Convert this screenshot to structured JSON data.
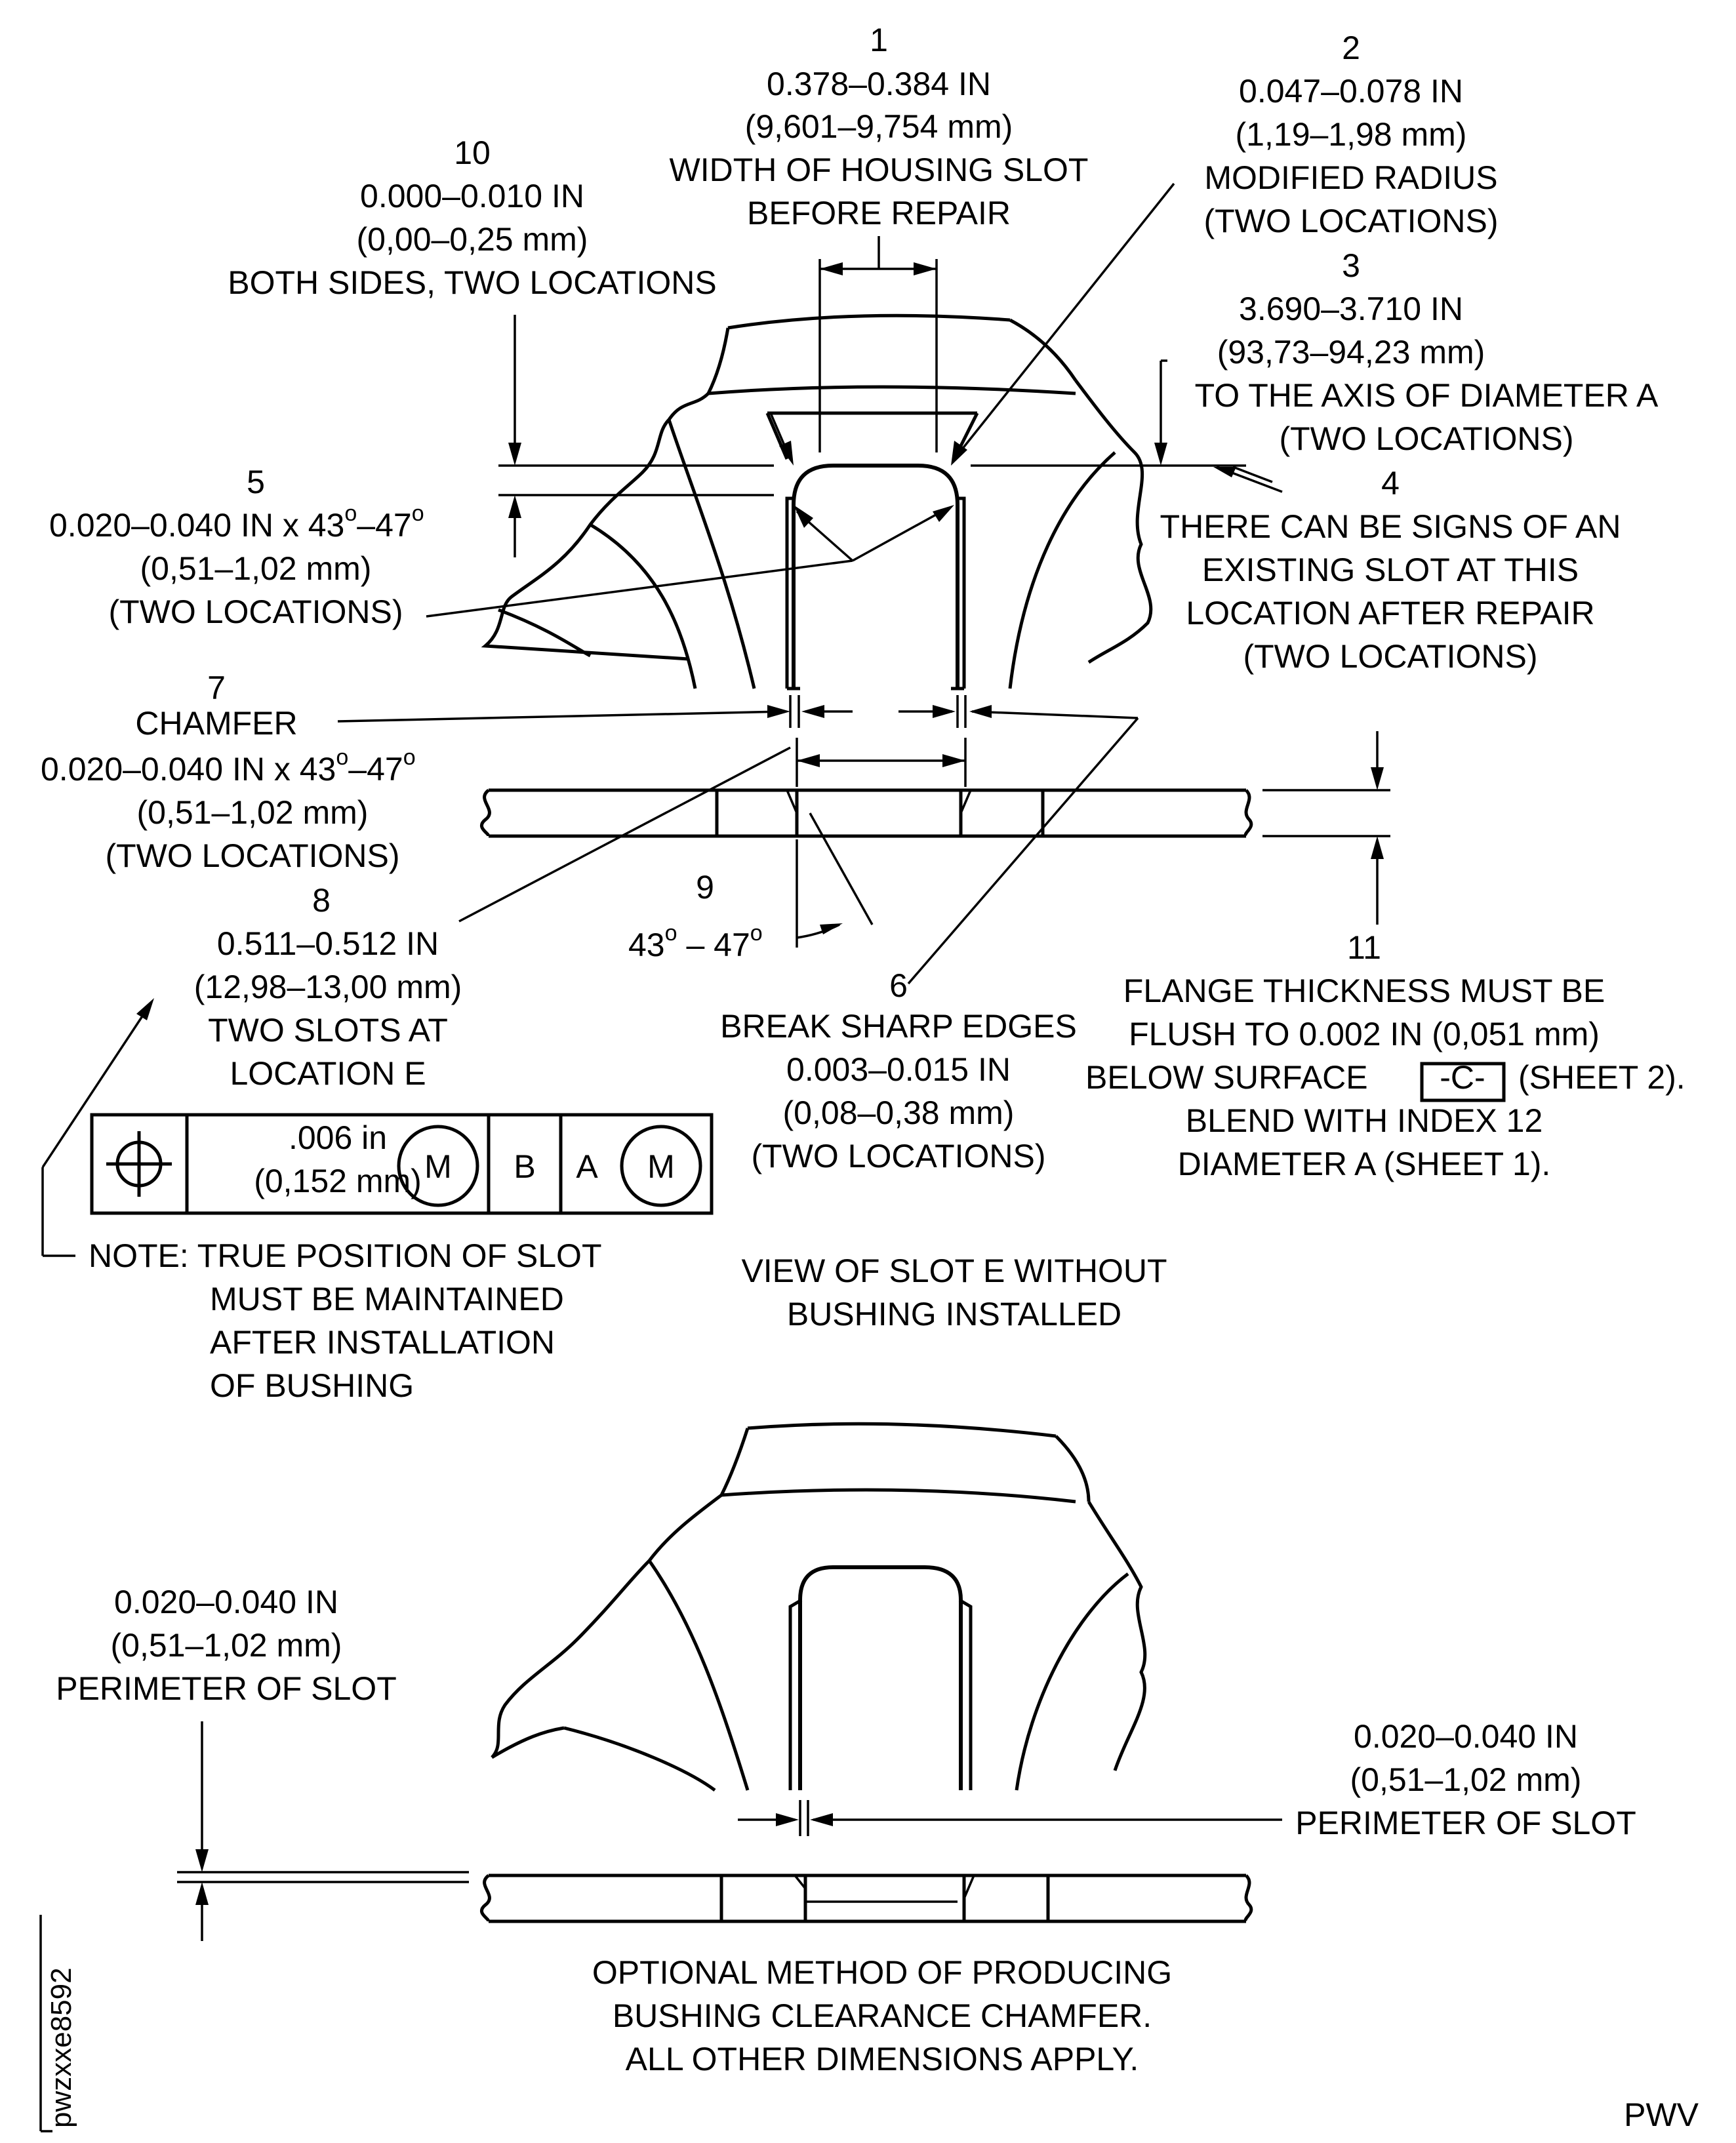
{
  "callouts": {
    "c1": {
      "index": "1",
      "inch": "0.378–0.384 IN",
      "mm": "(9,601–9,754 mm)",
      "desc1": "WIDTH OF HOUSING SLOT",
      "desc2": "BEFORE REPAIR"
    },
    "c2": {
      "index": "2",
      "inch": "0.047–0.078 IN",
      "mm": "(1,19–1,98 mm)",
      "desc1": "MODIFIED RADIUS",
      "desc2": "(TWO LOCATIONS)"
    },
    "c3": {
      "index": "3",
      "inch": "3.690–3.710 IN",
      "mm": "(93,73–94,23 mm)",
      "desc1": "TO THE AXIS OF DIAMETER A",
      "desc2": "(TWO LOCATIONS)"
    },
    "c4": {
      "index": "4",
      "l1": "THERE CAN BE SIGNS OF AN",
      "l2": "EXISTING SLOT AT THIS",
      "l3": "LOCATION AFTER REPAIR",
      "l4": "(TWO LOCATIONS)"
    },
    "c5": {
      "index": "5",
      "inch_a": "0.020–0.040 IN x 43",
      "deg": "o",
      "inch_b": "–47",
      "mm": "(0,51–1,02 mm)",
      "desc": "(TWO LOCATIONS)"
    },
    "c6": {
      "index": "6",
      "desc": "BREAK SHARP EDGES",
      "inch": "0.003–0.015 IN",
      "mm": "(0,08–0,38 mm)",
      "loc": "(TWO LOCATIONS)"
    },
    "c7": {
      "index": "7",
      "desc": "CHAMFER",
      "inch_a": "0.020–0.040 IN x 43",
      "deg": "o",
      "inch_b": "–47",
      "mm": "(0,51–1,02 mm)",
      "loc": "(TWO LOCATIONS)"
    },
    "c8": {
      "index": "8",
      "inch": "0.511–0.512 IN",
      "mm": "(12,98–13,00 mm)",
      "desc1": "TWO SLOTS AT",
      "desc2": "LOCATION E"
    },
    "c9": {
      "index": "9",
      "a": "43",
      "deg": "o",
      "b": " – 47"
    },
    "c10": {
      "index": "10",
      "inch": "0.000–0.010 IN",
      "mm": "(0,00–0,25 mm)",
      "desc": "BOTH SIDES, TWO LOCATIONS"
    },
    "c11": {
      "index": "11",
      "l1": "FLANGE THICKNESS MUST BE",
      "l2": "FLUSH TO 0.002 IN (0,051 mm)",
      "l3a": "BELOW SURFACE",
      "datum": "-C-",
      "l3b": "(SHEET 2).",
      "l4": "BLEND WITH INDEX 12",
      "l5": "DIAMETER A (SHEET 1)."
    }
  },
  "tolerance_frame": {
    "symbol": "true-position-icon",
    "value_in": ".006 in",
    "value_mm": "(0,152 mm)",
    "modifier1": "M",
    "datum1": "B",
    "datum2": "A",
    "modifier2": "M"
  },
  "note": {
    "l1": "NOTE: TRUE POSITION OF SLOT",
    "l2": "MUST BE MAINTAINED",
    "l3": "AFTER INSTALLATION",
    "l4": "OF BUSHING"
  },
  "view_title": {
    "l1": "VIEW OF SLOT E WITHOUT",
    "l2": "BUSHING INSTALLED"
  },
  "lower_left": {
    "inch": "0.020–0.040 IN",
    "mm": "(0,51–1,02 mm)",
    "desc": "PERIMETER OF SLOT"
  },
  "lower_right": {
    "inch": "0.020–0.040 IN",
    "mm": "(0,51–1,02 mm)",
    "desc": "PERIMETER OF SLOT"
  },
  "bottom_caption": {
    "l1": "OPTIONAL METHOD OF PRODUCING",
    "l2": "BUSHING CLEARANCE CHAMFER.",
    "l3": "ALL OTHER DIMENSIONS APPLY."
  },
  "drawing_id": "pwzxxe8592",
  "corner_mark": "PWV"
}
